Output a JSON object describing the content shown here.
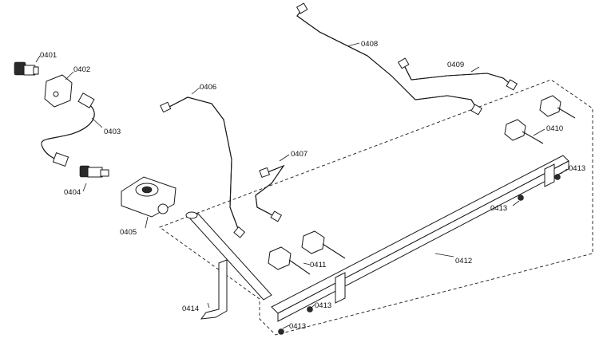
{
  "diagram": {
    "parts": [
      {
        "id": "0401"
      },
      {
        "id": "0402"
      },
      {
        "id": "0403"
      },
      {
        "id": "0404"
      },
      {
        "id": "0405"
      },
      {
        "id": "0406"
      },
      {
        "id": "0407"
      },
      {
        "id": "0408"
      },
      {
        "id": "0409"
      },
      {
        "id": "0410"
      },
      {
        "id": "0411"
      },
      {
        "id": "0412"
      },
      {
        "id": "0413"
      },
      {
        "id": "0414"
      }
    ],
    "labels": {
      "l0401": "0401",
      "l0402": "0402",
      "l0403": "0403",
      "l0404": "0404",
      "l0405": "0405",
      "l0406": "0406",
      "l0407": "0407",
      "l0408": "0408",
      "l0409": "0409",
      "l0410": "0410",
      "l0411": "0411",
      "l0412": "0412",
      "l0413a": "0413",
      "l0413b": "0413",
      "l0413c": "0413",
      "l0413d": "0413",
      "l0414": "0414"
    }
  }
}
